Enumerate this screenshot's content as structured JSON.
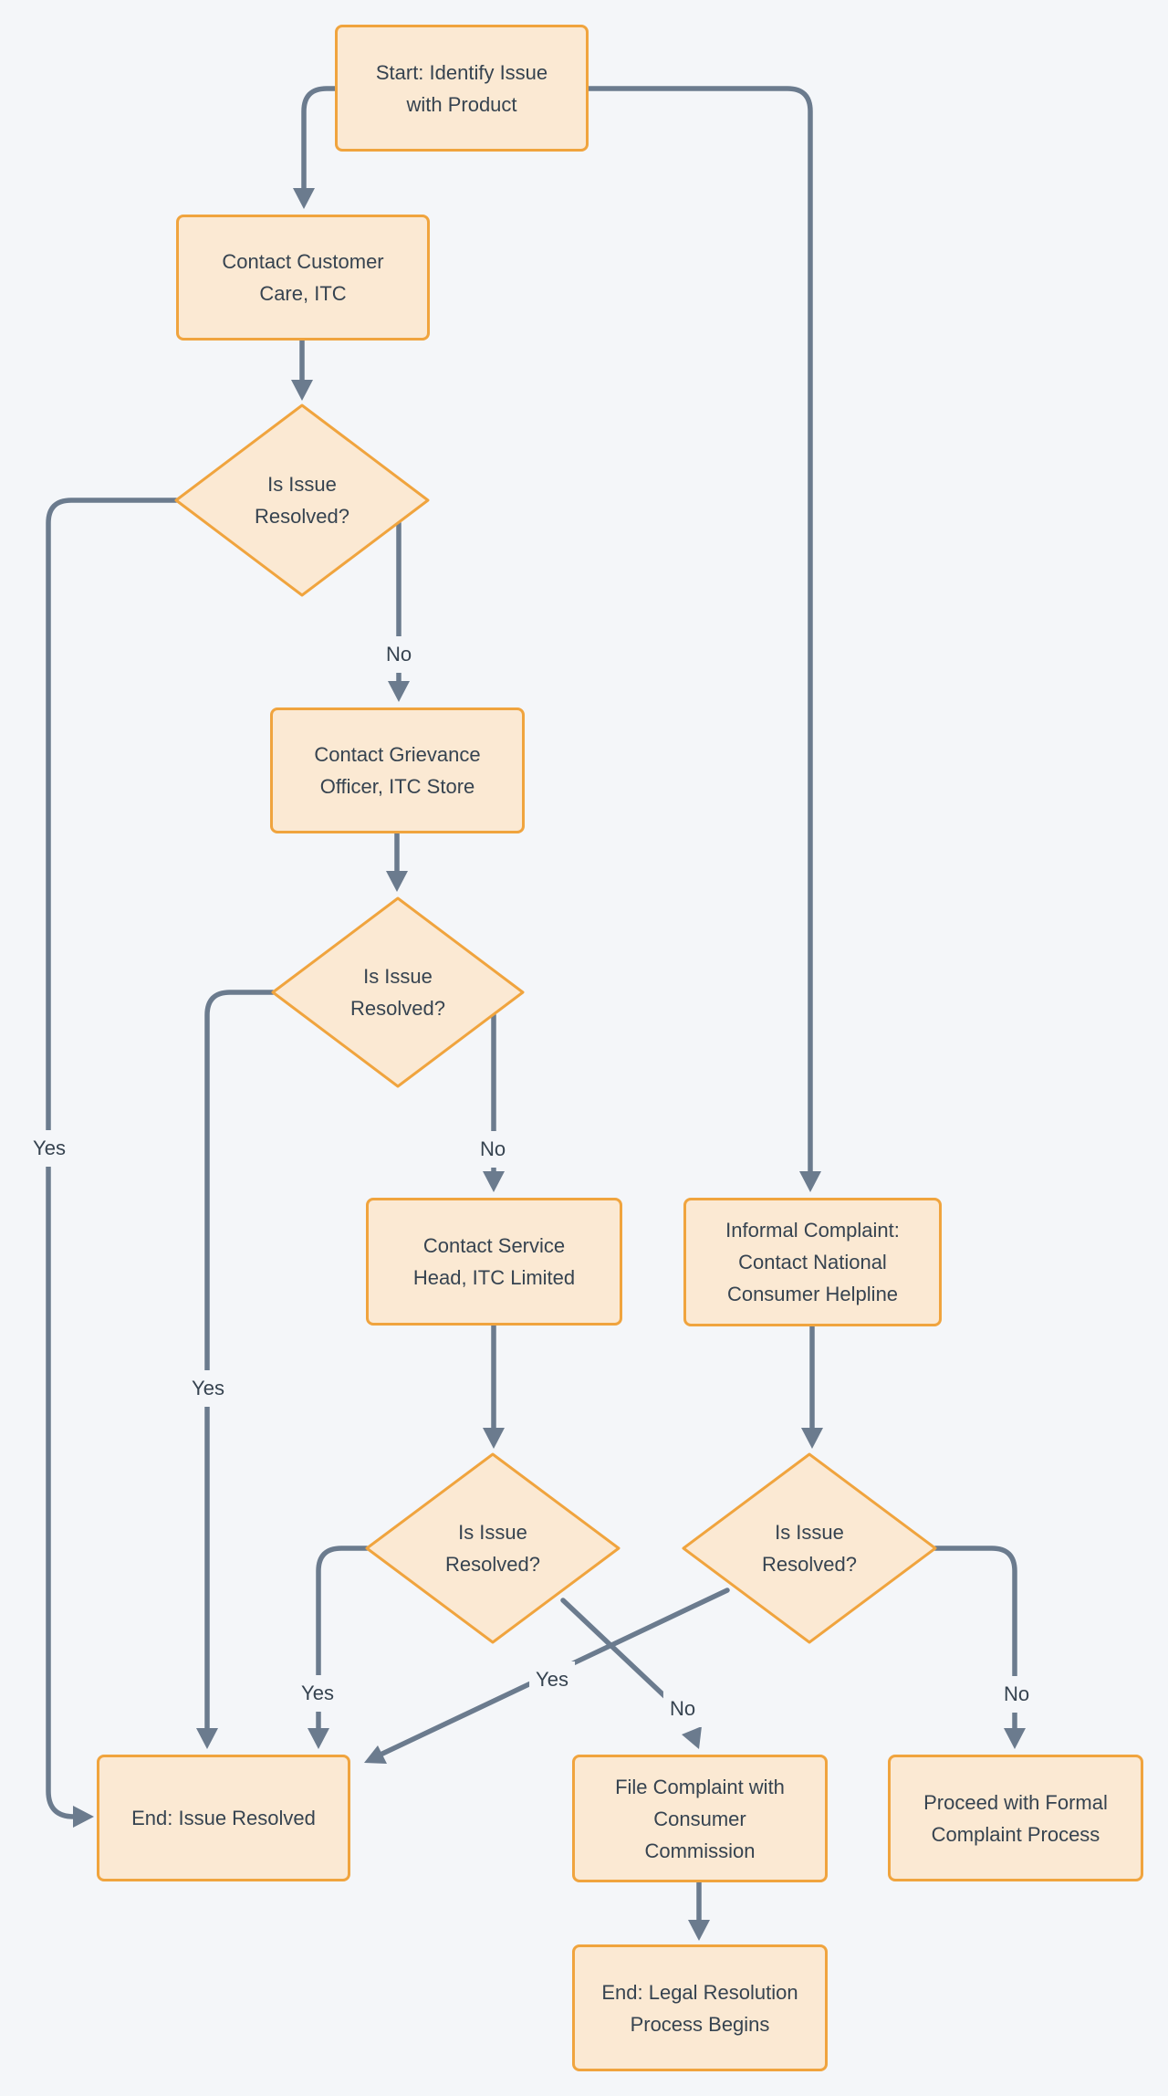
{
  "page": {
    "background": "#F4F6F9"
  },
  "style": {
    "node_fill": "#FBE9D3",
    "node_border": "#F0A43E",
    "edge_color": "#6B7B8E",
    "text_color": "#364350"
  },
  "flowchart": {
    "type": "flowchart",
    "nodes": {
      "start": {
        "shape": "rect",
        "label": "Start: Identify Issue\nwith Product"
      },
      "contact_customer_care": {
        "shape": "rect",
        "label": "Contact Customer\nCare, ITC"
      },
      "decision_1": {
        "shape": "diamond",
        "label": "Is Issue\nResolved?"
      },
      "contact_grievance_officer": {
        "shape": "rect",
        "label": "Contact Grievance\nOfficer, ITC Store"
      },
      "decision_2": {
        "shape": "diamond",
        "label": "Is Issue\nResolved?"
      },
      "contact_service_head": {
        "shape": "rect",
        "label": "Contact Service\nHead, ITC Limited"
      },
      "informal_complaint": {
        "shape": "rect",
        "label": "Informal Complaint:\nContact National\nConsumer Helpline"
      },
      "decision_3": {
        "shape": "diamond",
        "label": "Is Issue\nResolved?"
      },
      "decision_4": {
        "shape": "diamond",
        "label": "Is Issue\nResolved?"
      },
      "end_issue_resolved": {
        "shape": "rect",
        "label": "End: Issue Resolved"
      },
      "file_complaint": {
        "shape": "rect",
        "label": "File Complaint with\nConsumer\nCommission"
      },
      "proceed_formal": {
        "shape": "rect",
        "label": "Proceed with Formal\nComplaint Process"
      },
      "end_legal": {
        "shape": "rect",
        "label": "End: Legal Resolution\nProcess Begins"
      }
    },
    "edge_labels": {
      "d1_no": "No",
      "d1_yes": "Yes",
      "d2_no": "No",
      "d2_yes": "Yes",
      "d3_no": "No",
      "d3_yes": "Yes",
      "d4_no": "No",
      "d4_yes": "Yes"
    },
    "edges": [
      {
        "from": "start",
        "to": "contact_customer_care",
        "label": ""
      },
      {
        "from": "start",
        "to": "informal_complaint",
        "label": ""
      },
      {
        "from": "contact_customer_care",
        "to": "decision_1",
        "label": ""
      },
      {
        "from": "decision_1",
        "to": "contact_grievance_officer",
        "label": "No"
      },
      {
        "from": "decision_1",
        "to": "end_issue_resolved",
        "label": "Yes"
      },
      {
        "from": "contact_grievance_officer",
        "to": "decision_2",
        "label": ""
      },
      {
        "from": "decision_2",
        "to": "contact_service_head",
        "label": "No"
      },
      {
        "from": "decision_2",
        "to": "end_issue_resolved",
        "label": "Yes"
      },
      {
        "from": "contact_service_head",
        "to": "decision_3",
        "label": ""
      },
      {
        "from": "informal_complaint",
        "to": "decision_4",
        "label": ""
      },
      {
        "from": "decision_3",
        "to": "file_complaint",
        "label": "No"
      },
      {
        "from": "decision_3",
        "to": "end_issue_resolved",
        "label": "Yes"
      },
      {
        "from": "decision_4",
        "to": "proceed_formal",
        "label": "No"
      },
      {
        "from": "decision_4",
        "to": "end_issue_resolved",
        "label": "Yes"
      },
      {
        "from": "file_complaint",
        "to": "end_legal",
        "label": ""
      }
    ]
  }
}
